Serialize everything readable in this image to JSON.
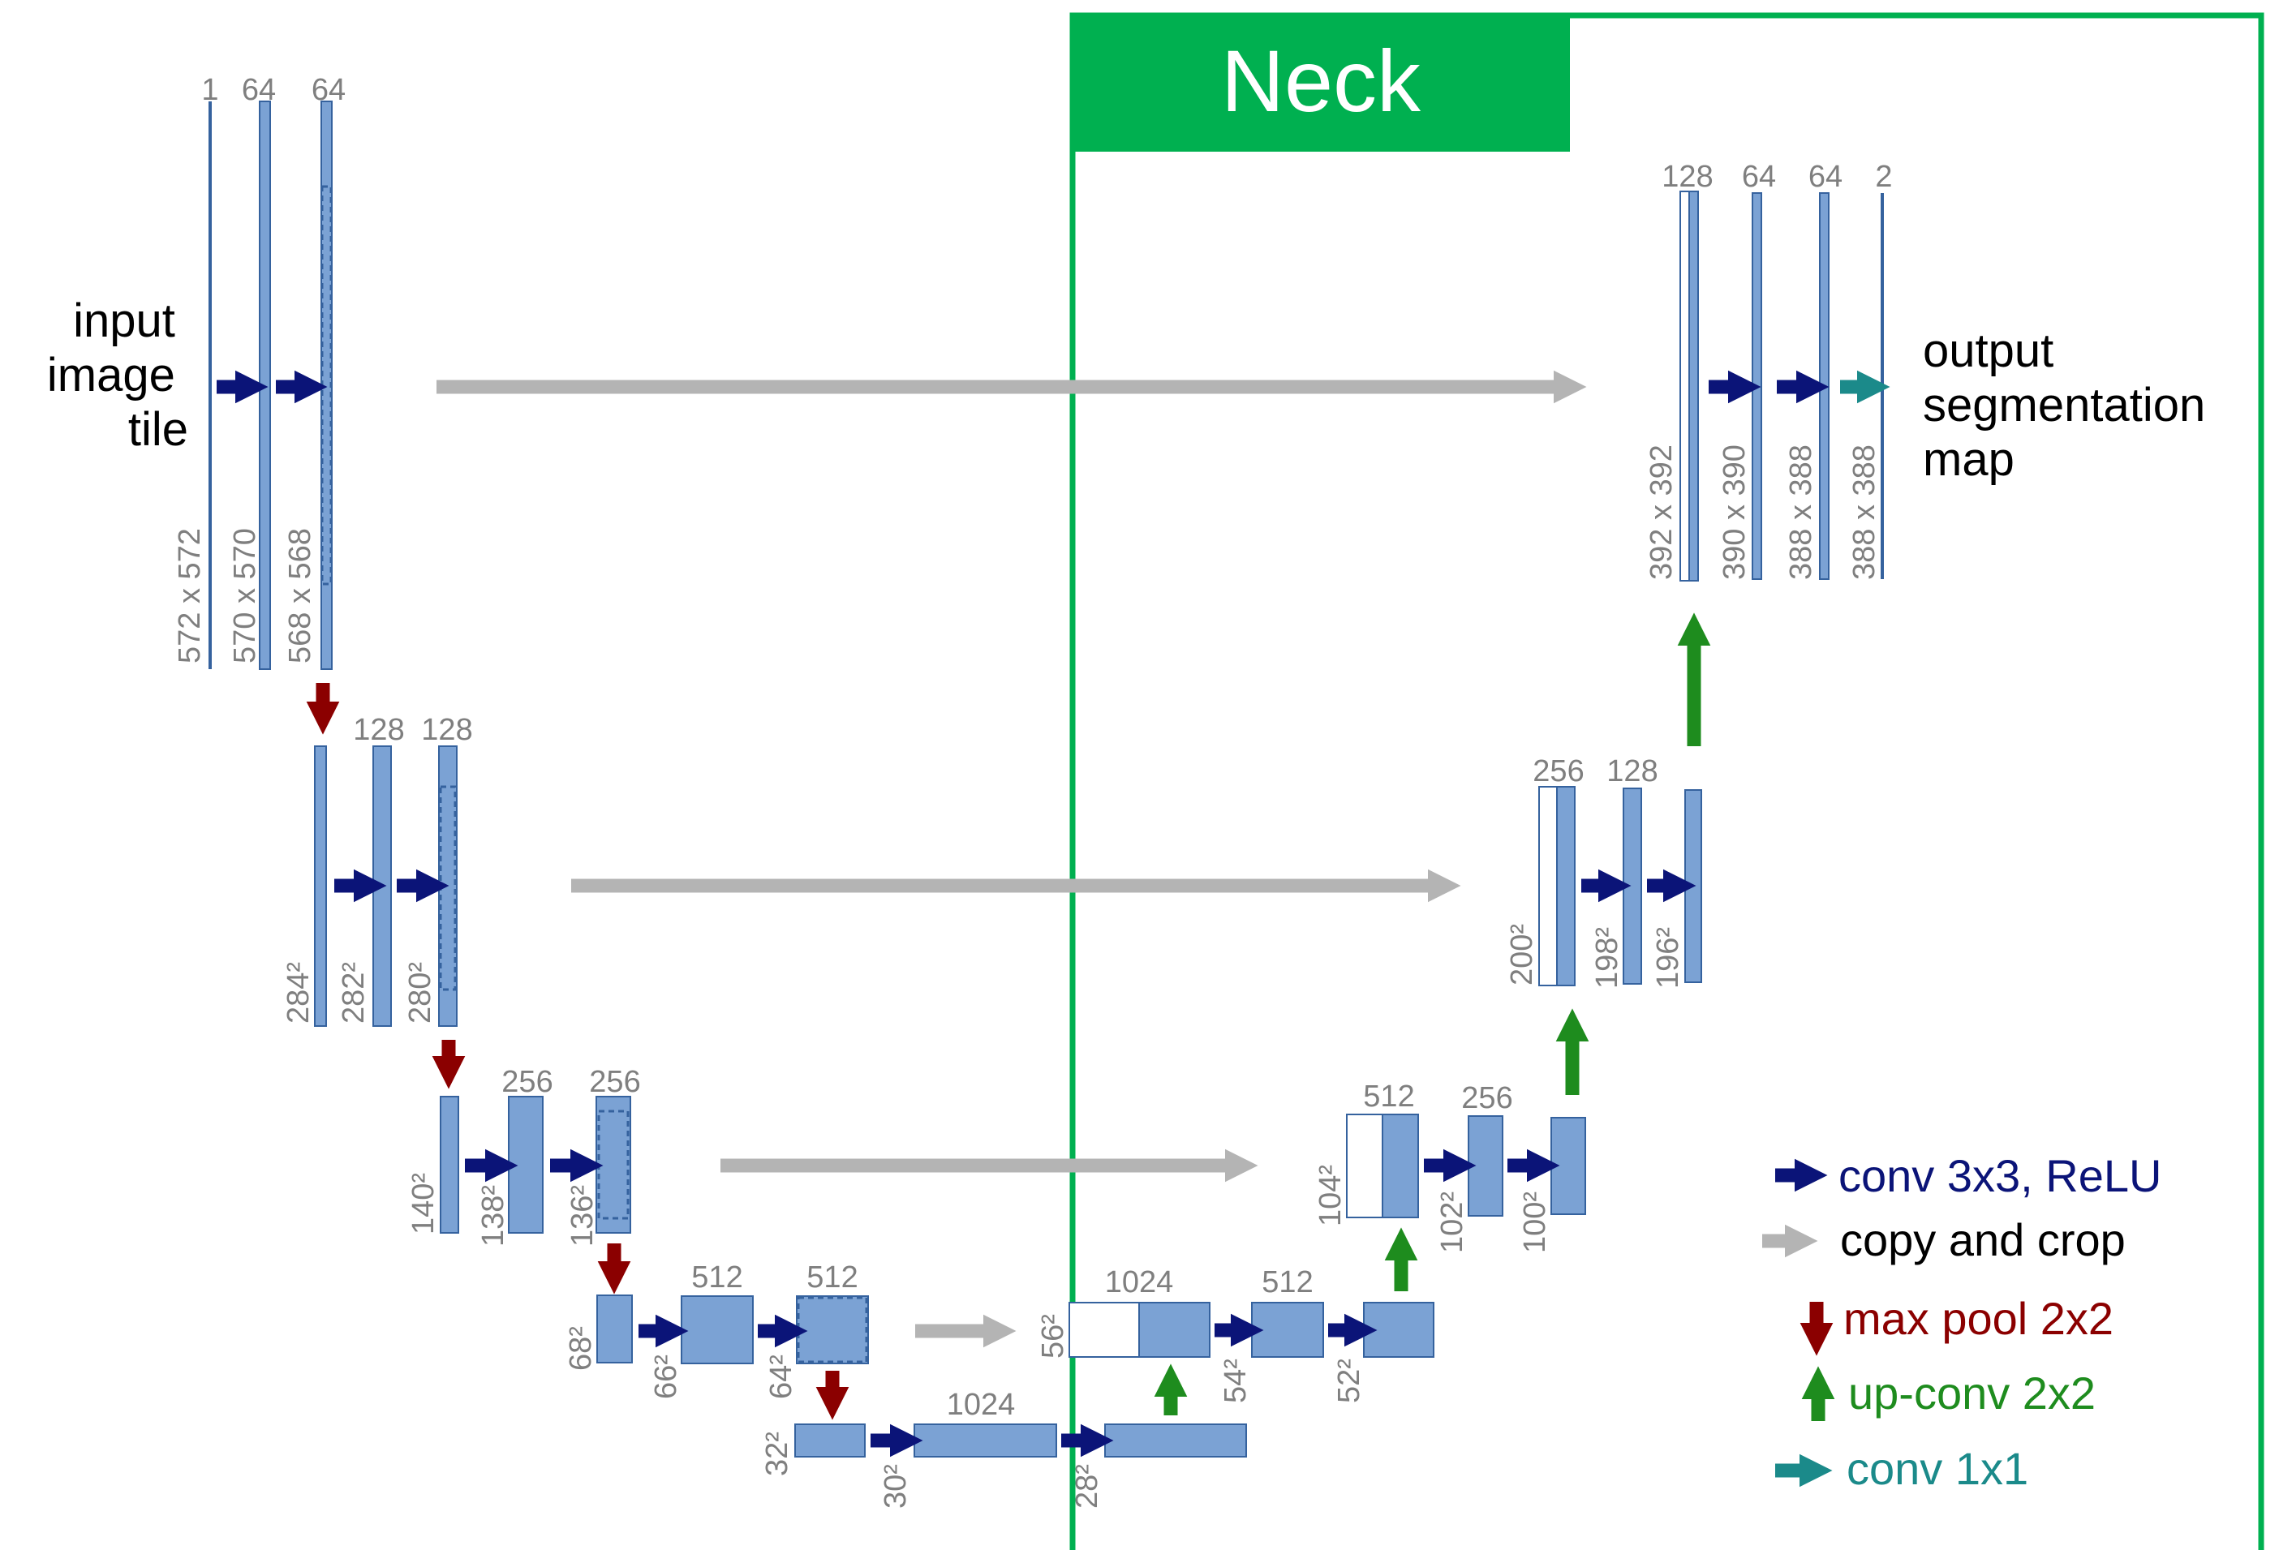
{
  "neck": {
    "title": "Neck",
    "border_color": "#00b050"
  },
  "colors": {
    "block_fill": "#7ba2d4",
    "block_stroke": "#35629e",
    "conv": "#0b1478",
    "copy": "#b4b4b4",
    "pool": "#8b0000",
    "upconv": "#1e8c1e",
    "conv1x1": "#1b8a8a",
    "label_gray": "#7f7f7f"
  },
  "input_label": [
    "input",
    "image",
    "tile"
  ],
  "output_label": [
    "output",
    "segmentation",
    "map"
  ],
  "level1": {
    "channels": [
      "1",
      "64",
      "64"
    ],
    "sizes": [
      "572 x 572",
      "570 x 570",
      "568 x 568"
    ]
  },
  "level2": {
    "channels": [
      "128",
      "128"
    ],
    "sizes": [
      "284²",
      "282²",
      "280²"
    ]
  },
  "level3": {
    "channels": [
      "256",
      "256"
    ],
    "sizes": [
      "140²",
      "138²",
      "136²"
    ]
  },
  "level4": {
    "channels": [
      "512",
      "512"
    ],
    "sizes": [
      "68²",
      "66²",
      "64²"
    ]
  },
  "bottom": {
    "channels": [
      "1024"
    ],
    "sizes": [
      "32²",
      "30²",
      "28²"
    ]
  },
  "up4": {
    "channels": [
      "1024",
      "512"
    ],
    "sizes": [
      "56²",
      "54²",
      "52²"
    ]
  },
  "up3": {
    "channels": [
      "512",
      "256"
    ],
    "sizes": [
      "104²",
      "102²",
      "100²"
    ]
  },
  "up2": {
    "channels": [
      "256",
      "128"
    ],
    "sizes": [
      "200²",
      "198²",
      "196²"
    ]
  },
  "up1": {
    "channels": [
      "128",
      "64",
      "64",
      "2"
    ],
    "sizes": [
      "392 x 392",
      "390 x 390",
      "388 x 388",
      "388 x 388"
    ]
  },
  "legend": [
    {
      "label": "conv 3x3, ReLU",
      "type": "conv",
      "color": "#0b1478"
    },
    {
      "label": "copy and crop",
      "type": "copy",
      "color": "#000000"
    },
    {
      "label": "max pool 2x2",
      "type": "pool",
      "color": "#8b0000"
    },
    {
      "label": "up-conv 2x2",
      "type": "upconv",
      "color": "#1e8c1e"
    },
    {
      "label": "conv 1x1",
      "type": "conv1x1",
      "color": "#1b8a8a"
    }
  ]
}
